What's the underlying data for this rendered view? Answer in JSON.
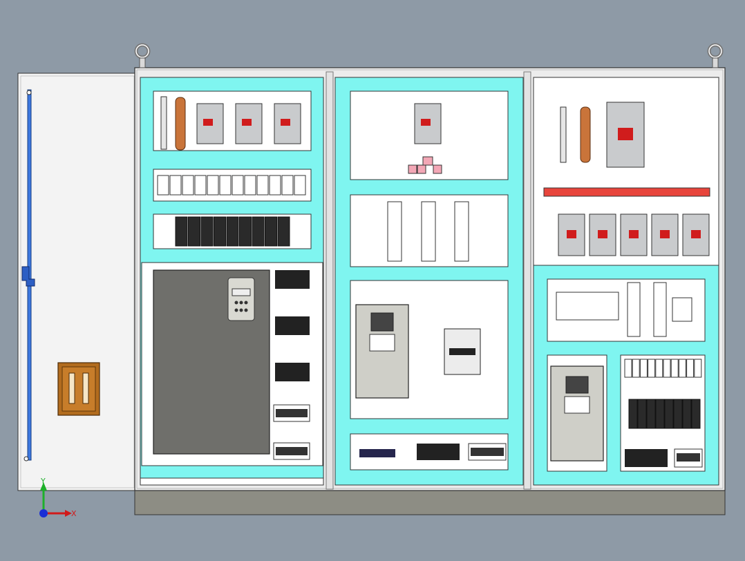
{
  "viewport": {
    "background": "#8e9aa6",
    "view": "front elevation",
    "triad": {
      "x_label": "X",
      "y_label": "Y"
    }
  },
  "colors": {
    "panel_fill": "#ffffff",
    "din_rail": "#7ff5f0",
    "enclosure": "#ececec",
    "plinth": "#8d8d84",
    "busbar_red": "#e8453c",
    "bus_yellow": "#ecdc1a",
    "bus_green": "#39b93c",
    "breaker_body": "#c9cbcd",
    "vfd_body": "#6f6f6b",
    "soft_starter_body": "#cfcfc8",
    "door_handle": "#b26c1e",
    "copper": "#c9743a",
    "terminal_pink": "#f3a7b6",
    "hinge_blue": "#3d78e0"
  },
  "cabinet": {
    "sections": [
      {
        "id": "door",
        "components": [
          "door-handle",
          "door-hinge-rod"
        ]
      },
      {
        "id": "section-1",
        "components": [
          "ground-bar",
          "neutral-bar",
          "mccb-small",
          "mccb-small",
          "mccb-small",
          "terminal-block-row",
          "relay-row",
          "variable-frequency-drive",
          "contactor",
          "contactor",
          "contactor",
          "terminal-strip",
          "terminal-strip"
        ]
      },
      {
        "id": "section-2",
        "components": [
          "mccb-small",
          "terminal-blocks",
          "fuse-holder",
          "fuse-holder",
          "fuse-holder",
          "soft-starter",
          "bypass-contactor",
          "terminal-strip",
          "contactor",
          "terminal-strip"
        ]
      },
      {
        "id": "section-3",
        "components": [
          "ground-bar",
          "neutral-bar",
          "main-mccb",
          "horizontal-busbar",
          "branch-mccb",
          "branch-mccb",
          "branch-mccb",
          "branch-mccb",
          "branch-mccb",
          "plc",
          "power-supply",
          "power-supply",
          "terminal-block",
          "soft-starter",
          "terminal-block-row",
          "relay-row",
          "contactor",
          "terminal-strip"
        ]
      }
    ],
    "lifting_eyes": 2,
    "counts": {
      "branch_breakers": 5,
      "relays_section1": 9,
      "relays_section3": 8
    }
  }
}
